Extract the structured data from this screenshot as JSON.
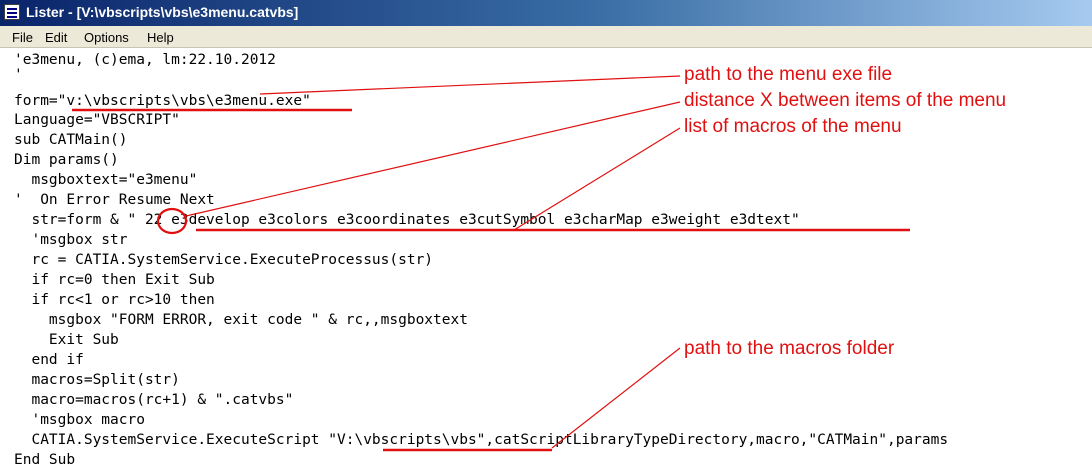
{
  "window": {
    "title": "Lister - [V:\\vbscripts\\vbs\\e3menu.catvbs]",
    "app_icon": "lister-document-icon"
  },
  "menu": [
    {
      "label": "File"
    },
    {
      "label": "Edit"
    },
    {
      "label": "Options"
    },
    {
      "label": "Help"
    }
  ],
  "code_lines": [
    "'e3menu, (c)ema, lm:22.10.2012",
    "'",
    "",
    "form=\"v:\\vbscripts\\vbs\\e3menu.exe\"",
    "Language=\"VBSCRIPT\"",
    "sub CATMain()",
    "Dim params()",
    "  msgboxtext=\"e3menu\"",
    "'  On Error Resume Next",
    "  str=form & \" 22 e3develop e3colors e3coordinates e3cutSymbol e3charMap e3weight e3dtext\"",
    "  'msgbox str",
    "  rc = CATIA.SystemService.ExecuteProcessus(str)",
    "  if rc=0 then Exit Sub",
    "  if rc<1 or rc>10 then",
    "    msgbox \"FORM ERROR, exit code \" & rc,,msgboxtext",
    "    Exit Sub",
    "  end if",
    "  macros=Split(str)",
    "  macro=macros(rc+1) & \".catvbs\"",
    "  'msgbox macro",
    "  CATIA.SystemService.ExecuteScript \"V:\\vbscripts\\vbs\",catScriptLibraryTypeDirectory,macro,\"CATMain\",params",
    "End Sub"
  ],
  "annotations": [
    {
      "text": "path to the menu exe file"
    },
    {
      "text": "distance X between items of the menu"
    },
    {
      "text": "list of macros of the menu"
    },
    {
      "text": "path to the macros folder"
    }
  ],
  "colors": {
    "annotation": "#e01010",
    "titlebar_start": "#0a246a",
    "titlebar_end": "#a6caf0",
    "menubar": "#ece9d8"
  }
}
